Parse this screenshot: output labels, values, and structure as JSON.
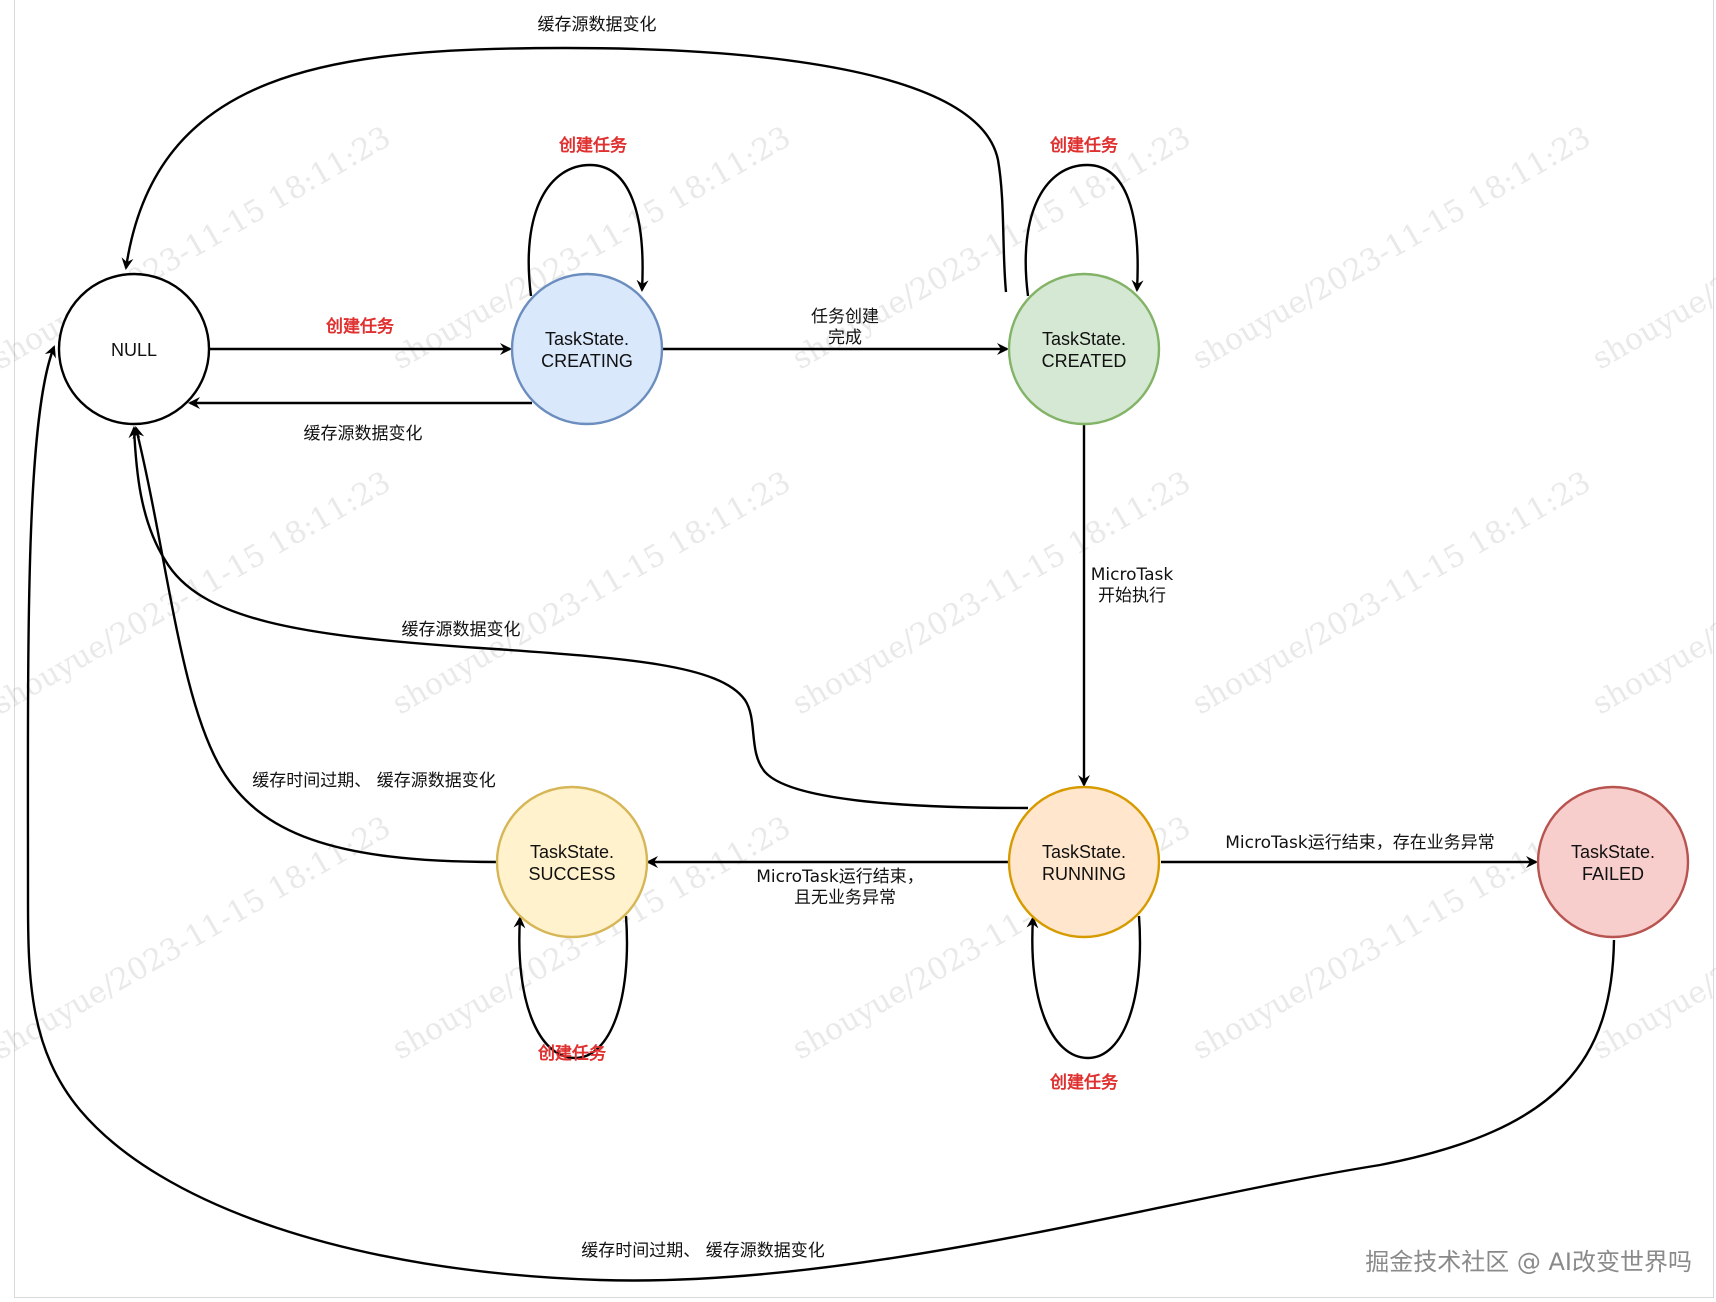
{
  "nodes": {
    "null": {
      "line1": "NULL",
      "line2": ""
    },
    "creating": {
      "line1": "TaskState.",
      "line2": "CREATING",
      "fill": "#dae8fc",
      "stroke": "#6c8ebf"
    },
    "created": {
      "line1": "TaskState.",
      "line2": "CREATED",
      "fill": "#d5e8d4",
      "stroke": "#82b366"
    },
    "running": {
      "line1": "TaskState.",
      "line2": "RUNNING",
      "fill": "#ffe6cc",
      "stroke": "#d79b00"
    },
    "success": {
      "line1": "TaskState.",
      "line2": "SUCCESS",
      "fill": "#fff2cc",
      "stroke": "#d6b656"
    },
    "failed": {
      "line1": "TaskState.",
      "line2": "FAILED",
      "fill": "#f8cecc",
      "stroke": "#b85450"
    }
  },
  "edges": {
    "created_to_null_top": "缓存源数据变化",
    "creating_self": "创建任务",
    "created_self": "创建任务",
    "null_to_creating": "创建任务",
    "creating_to_null": "缓存源数据变化",
    "creating_to_created_1": "任务创建",
    "creating_to_created_2": "完成",
    "created_to_running_1": "MicroTask",
    "created_to_running_2": "开始执行",
    "running_to_null": "缓存源数据变化",
    "success_to_null": "缓存时间过期、 缓存源数据变化",
    "running_to_success_1": "MicroTask运行结束，",
    "running_to_success_2": "且无业务异常",
    "running_to_failed": "MicroTask运行结束，存在业务异常",
    "success_self": "创建任务",
    "running_self": "创建任务",
    "failed_to_null": "缓存时间过期、 缓存源数据变化"
  },
  "watermark": "shouyue/2023-11-15 18:11:23",
  "footer": "掘金技术社区 @ AI改变世界吗",
  "colors": {
    "accent_red": "#e03131",
    "edge": "#000000"
  }
}
